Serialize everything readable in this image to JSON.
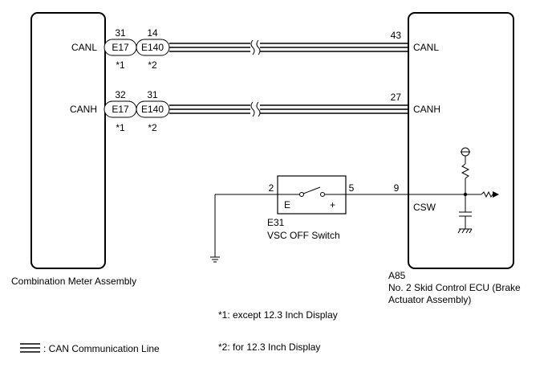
{
  "components": {
    "meter": {
      "name": "Combination Meter Assembly"
    },
    "ecu": {
      "code": "A85",
      "name_line1": "No. 2 Skid Control ECU (Brake",
      "name_line2": "Actuator Assembly)"
    },
    "switch": {
      "code": "E31",
      "name": "VSC OFF Switch",
      "terminal_e": "E",
      "terminal_plus": "+"
    }
  },
  "signals": {
    "canl_meter": "CANL",
    "canh_meter": "CANH",
    "canl_ecu": "CANL",
    "canh_ecu": "CANH",
    "csw_ecu": "CSW"
  },
  "connectors": {
    "canl": {
      "pin_a": "31",
      "conn_a": "E17",
      "note_a": "*1",
      "pin_b": "14",
      "conn_b": "E140",
      "note_b": "*2"
    },
    "canh": {
      "pin_a": "32",
      "conn_a": "E17",
      "note_a": "*1",
      "pin_b": "31",
      "conn_b": "E140",
      "note_b": "*2"
    }
  },
  "pins": {
    "ecu_canl": "43",
    "ecu_canh": "27",
    "switch_left": "2",
    "switch_right": "5",
    "ecu_csw": "9"
  },
  "notes": {
    "note1": "*1: except 12.3 Inch Display",
    "note2": "*2: for 12.3 Inch Display"
  },
  "legend": {
    "can_line": ": CAN Communication Line"
  }
}
